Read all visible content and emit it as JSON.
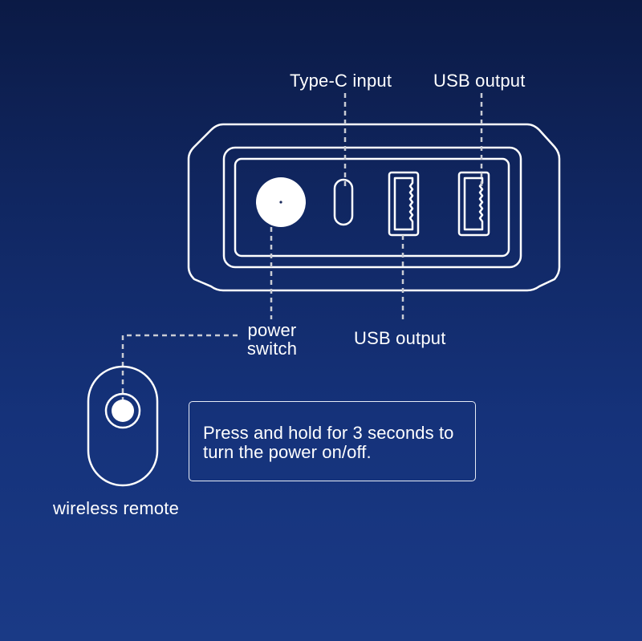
{
  "labels": {
    "typec_input": "Type-C input",
    "usb_output_top": "USB output",
    "usb_output_bottom": "USB output",
    "power_line1": "power",
    "power_line2": "switch",
    "wireless_remote": "wireless remote"
  },
  "instruction": {
    "text": "Press and hold for 3 seconds to\n turn the power on/off."
  },
  "colors": {
    "background_top": "#0b1a45",
    "background_bottom": "#1a3a86",
    "outline": "#ffffff",
    "leader_line": "#c9ccd4"
  }
}
